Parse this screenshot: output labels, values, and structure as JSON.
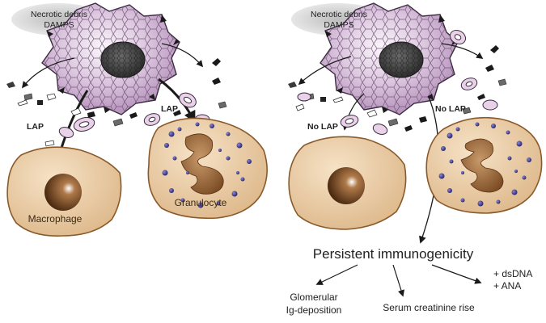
{
  "left_panel": {
    "cloud_line1": "Necrotic debris",
    "cloud_line2": "DAMPS",
    "lap_macrophage": "LAP",
    "lap_granulocyte": "LAP",
    "macrophage_label": "Macrophage",
    "granulocyte_label": "Granulocyte"
  },
  "right_panel": {
    "cloud_line1": "Necrotic debris",
    "cloud_line2": "DAMPS",
    "no_lap_left": "No LAP",
    "no_lap_right": "No LAP",
    "title": "Persistent immunogenicity",
    "outcome_glomerular_line1": "Glomerular",
    "outcome_glomerular_line2": "Ig-deposition",
    "outcome_creatinine": "Serum creatinine rise",
    "outcome_dsdna": "+ dsDNA",
    "outcome_ana": "+ ANA"
  },
  "colors": {
    "necrotic_cell": "#cbb0d0",
    "necrotic_cell_light": "#f3eaf4",
    "nucleus_dark": "#3b3b3b",
    "phagocyte_fill": "#e7c79f",
    "phagocyte_stroke": "#9a6a3a",
    "macrophage_nucleus": "#5a3515",
    "granule": "#3d3a8c",
    "debris_pink": "#e8cfe6",
    "cloud": "#c4c4c4"
  }
}
